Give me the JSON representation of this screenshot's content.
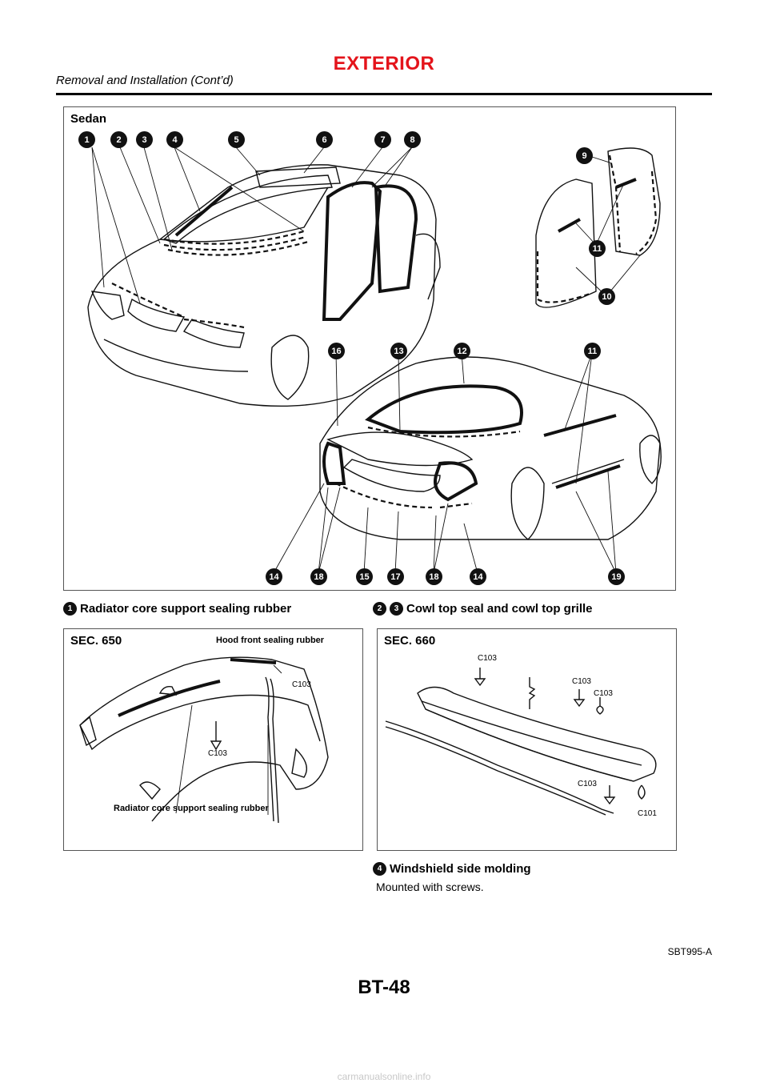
{
  "header": {
    "title": "EXTERIOR",
    "subtitle": "Removal and Installation (Cont’d)"
  },
  "main_figure": {
    "label": "Sedan",
    "callouts_top": [
      "1",
      "2",
      "3",
      "4",
      "5",
      "6",
      "7",
      "8"
    ],
    "callouts_door": [
      "9",
      "11",
      "10"
    ],
    "callouts_rear_top": [
      "16",
      "13",
      "12",
      "11"
    ],
    "callouts_rear_bottom": [
      "14",
      "18",
      "15",
      "17",
      "18",
      "14",
      "19"
    ]
  },
  "captions": {
    "item1": {
      "num": "1",
      "text": "Radiator core support sealing rubber"
    },
    "item23": {
      "num_a": "2",
      "num_b": "3",
      "text": "Cowl top seal and cowl top grille"
    },
    "item4": {
      "num": "4",
      "text": "Windshield side molding",
      "note": "Mounted with screws."
    }
  },
  "panel_left": {
    "label": "SEC. 650",
    "hood_label": "Hood front sealing rubber",
    "core_label": "Radiator core support sealing rubber",
    "codes": [
      "C103",
      "C103"
    ]
  },
  "panel_right": {
    "label": "SEC. 660",
    "codes": [
      "C103",
      "C103",
      "C103",
      "C103",
      "C101"
    ]
  },
  "footer": {
    "figure_id": "SBT995-A",
    "page_number": "BT-48",
    "watermark": "carmanualsonline.info"
  },
  "colors": {
    "title": "#e4141b"
  }
}
